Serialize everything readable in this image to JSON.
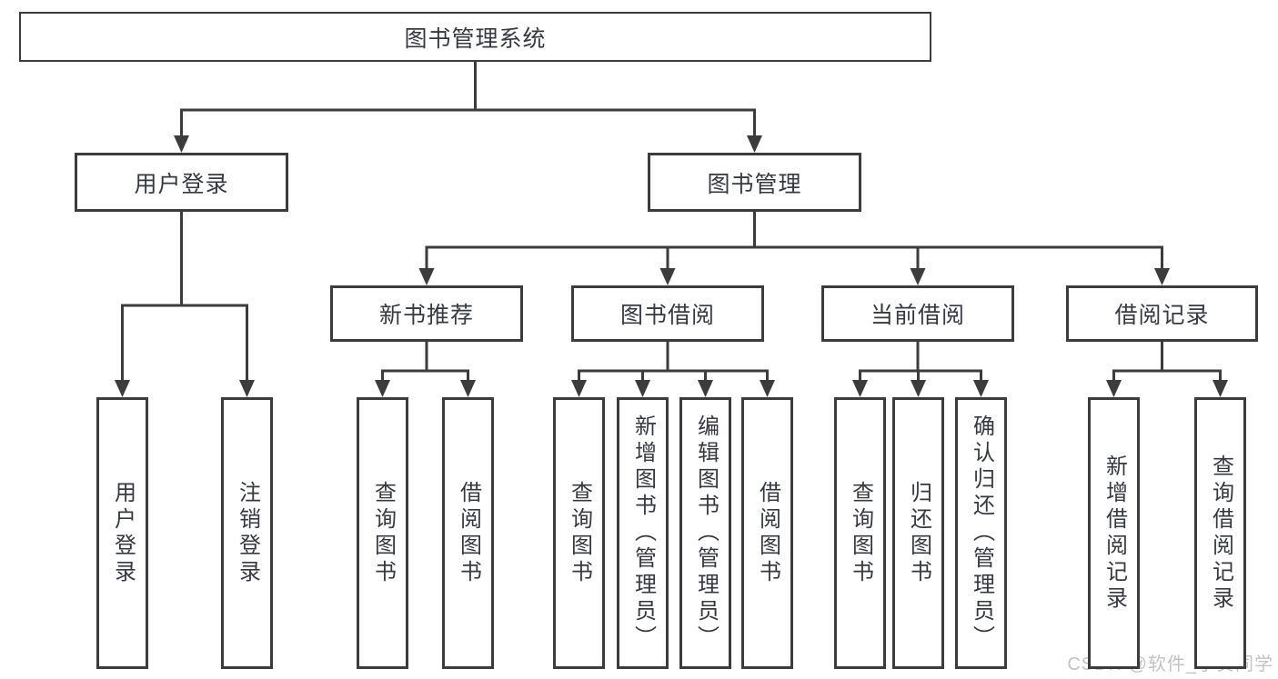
{
  "diagram": {
    "watermark": "CSDN @软件_小贺同学",
    "colors": {
      "line": "#3c3c3c",
      "box_border": "#3c3c3c",
      "text": "#363a40",
      "background": "#ffffff",
      "watermark": "#c3c3c3"
    },
    "tree": {
      "id": "root",
      "label": "图书管理系统",
      "children": [
        {
          "id": "user-login",
          "label": "用户登录",
          "children": [
            {
              "id": "leaf-user-login",
              "label": "用户登录"
            },
            {
              "id": "leaf-logout",
              "label": "注销登录"
            }
          ]
        },
        {
          "id": "book-mgmt",
          "label": "图书管理",
          "children": [
            {
              "id": "new-book-rec",
              "label": "新书推荐",
              "children": [
                {
                  "id": "nb-query-books",
                  "label": "查询图书"
                },
                {
                  "id": "nb-borrow-books",
                  "label": "借阅图书"
                }
              ]
            },
            {
              "id": "book-borrow",
              "label": "图书借阅",
              "children": [
                {
                  "id": "bb-query-books",
                  "label": "查询图书"
                },
                {
                  "id": "bb-add-books",
                  "label": "新增图书（管理员）"
                },
                {
                  "id": "bb-edit-books",
                  "label": "编辑图书（管理员）"
                },
                {
                  "id": "bb-borrow-books",
                  "label": "借阅图书"
                }
              ]
            },
            {
              "id": "current-borrow",
              "label": "当前借阅",
              "children": [
                {
                  "id": "cb-query-books",
                  "label": "查询图书"
                },
                {
                  "id": "cb-return-books",
                  "label": "归还图书"
                },
                {
                  "id": "cb-confirm-return",
                  "label": "确认归还（管理员）"
                }
              ]
            },
            {
              "id": "borrow-records",
              "label": "借阅记录",
              "children": [
                {
                  "id": "br-add-record",
                  "label": "新增借阅记录"
                },
                {
                  "id": "br-query-record",
                  "label": "查询借阅记录"
                }
              ]
            }
          ]
        }
      ]
    }
  }
}
